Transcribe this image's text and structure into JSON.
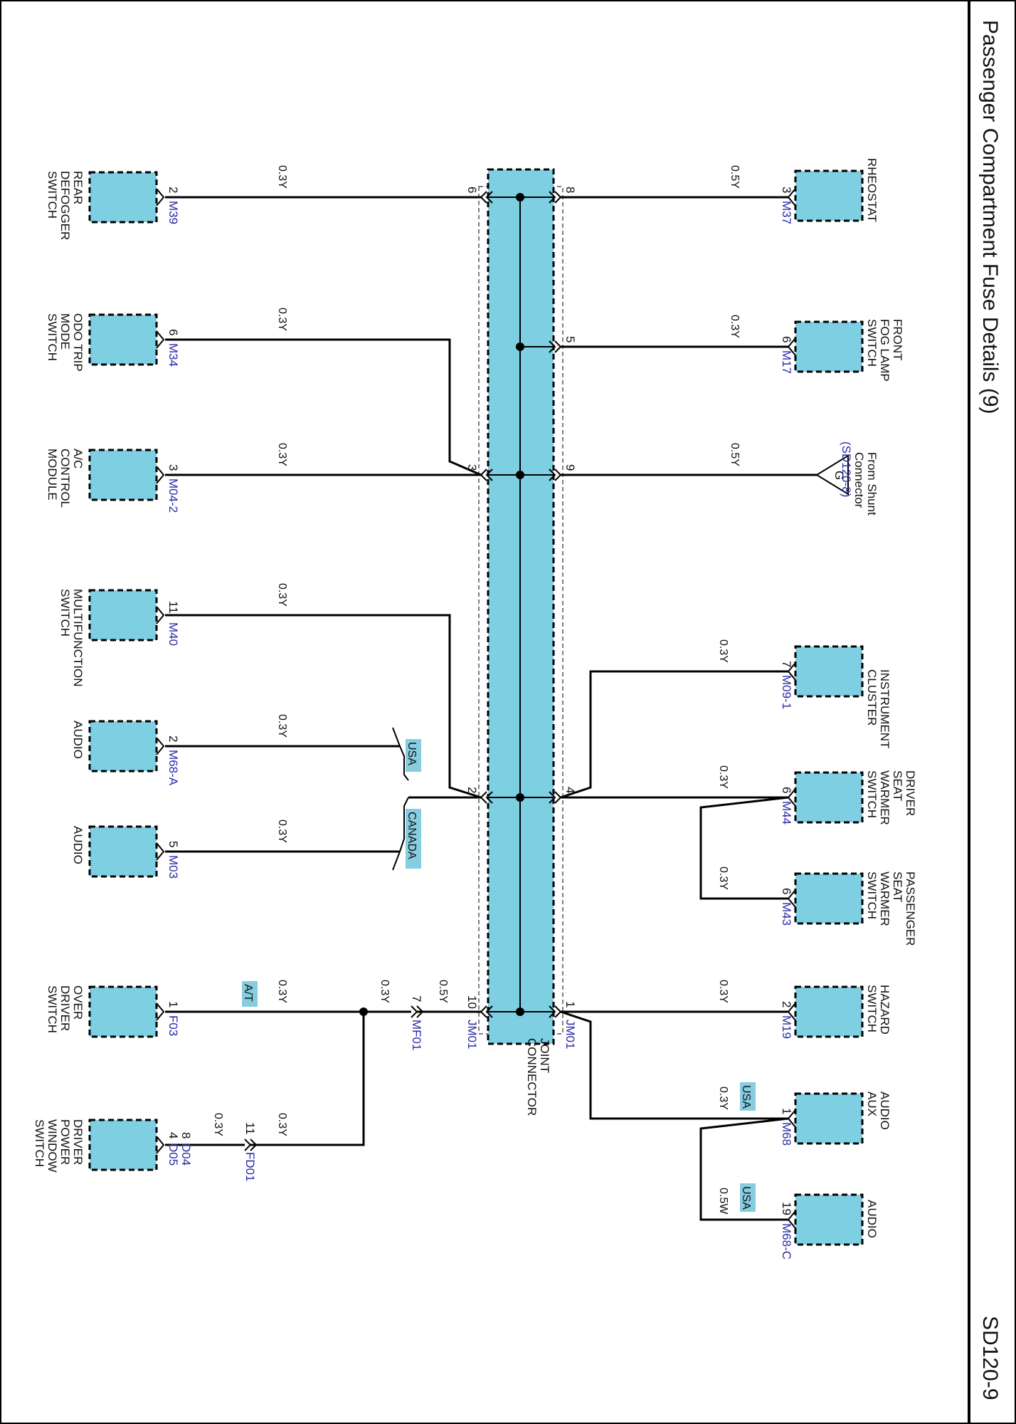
{
  "header": {
    "title": "Passenger Compartment Fuse Details (9)",
    "page_code": "SD120-9"
  },
  "joint": {
    "name": [
      "JOINT",
      "CONNECTOR"
    ],
    "conn_left": "JM01",
    "conn_right": "JM01"
  },
  "shunt": {
    "symbol": "G",
    "text": [
      "From Shunt",
      "Connector",
      "(SD120-8)"
    ]
  },
  "right_components": [
    {
      "name": [
        "RHEOSTAT"
      ],
      "pin": "3",
      "conn": "M37",
      "wire": "0.5Y",
      "jpin": "8"
    },
    {
      "name": [
        "FRONT",
        "FOG LAMP",
        "SWITCH"
      ],
      "pin": "6",
      "conn": "M17",
      "wire": "0.3Y",
      "jpin": "5"
    },
    {
      "name": [
        "INSTRUMENT",
        "CLUSTER"
      ],
      "pin": "7",
      "conn": "M09-1",
      "wire": "0.3Y",
      "jpin": "4"
    },
    {
      "name": [
        "DRIVER",
        "SEAT",
        "WARMER",
        "SWITCH"
      ],
      "pin": "6",
      "conn": "M44",
      "wire": "0.3Y"
    },
    {
      "name": [
        "PASSENGER",
        "SEAT",
        "WARMER",
        "SWITCH"
      ],
      "pin": "6",
      "conn": "M43",
      "wire": "0.3Y"
    },
    {
      "name": [
        "HAZARD",
        "SWITCH"
      ],
      "pin": "2",
      "conn": "M19",
      "wire": "0.3Y",
      "jpin": "1"
    },
    {
      "name": [
        "AUDIO",
        "AUX"
      ],
      "pin": "1",
      "conn": "M68",
      "wire": "0.3Y",
      "tag": "USA"
    },
    {
      "name": [
        "AUDIO"
      ],
      "pin": "19",
      "conn": "M68-C",
      "wire": "0.5W",
      "tag": "USA"
    }
  ],
  "shunt_wire": {
    "wire": "0.5Y",
    "jpin": "9"
  },
  "left_components": [
    {
      "name": [
        "REAR",
        "DEFOGGER",
        "SWITCH"
      ],
      "pin": "2",
      "conn": "M39",
      "wire": "0.3Y",
      "jpin": "6"
    },
    {
      "name": [
        "ODO TRIP",
        "MODE",
        "SWITCH"
      ],
      "pin": "6",
      "conn": "M34",
      "wire": "0.3Y"
    },
    {
      "name": [
        "A/C",
        "CONTROL",
        "MODULE"
      ],
      "pin": "3",
      "conn": "M04-2",
      "wire": "0.3Y",
      "jpin": "3"
    },
    {
      "name": [
        "MULTIFUNCTION",
        "SWITCH"
      ],
      "pin": "11",
      "conn": "M40",
      "wire": "0.3Y"
    },
    {
      "name": [
        "AUDIO"
      ],
      "pin": "2",
      "conn": "M68-A",
      "wire": "0.3Y",
      "tag": "USA"
    },
    {
      "name": [
        "AUDIO"
      ],
      "pin": "5",
      "conn": "M03",
      "wire": "0.3Y",
      "tag": "CANADA"
    },
    {
      "name": [
        "OVER",
        "DRIVER",
        "SWITCH"
      ],
      "pin": "1",
      "conn": "F03",
      "wire": "0.3Y",
      "tag": "A/T"
    },
    {
      "name": [
        "DRIVER",
        "POWER",
        "WINDOW",
        "SWITCH"
      ],
      "pin": "8",
      "pin2": "4",
      "conn": "D04",
      "conn2": "D05",
      "wire": "0.3Y"
    }
  ],
  "left_joint_pin2": "2",
  "left_joint_pin10": {
    "jpin": "10",
    "wire": "0.5Y"
  },
  "mf01": {
    "pin": "7",
    "conn": "MF01",
    "wire": "0.3Y"
  },
  "fd01": {
    "pin": "11",
    "conn": "FD01",
    "wire_in": "0.3Y",
    "wire_out": "0.3Y"
  },
  "colors": {
    "box": "#7fcfe3",
    "tag": "#86cde0",
    "conn_text": "#2b2ba8",
    "line": "#000000"
  }
}
